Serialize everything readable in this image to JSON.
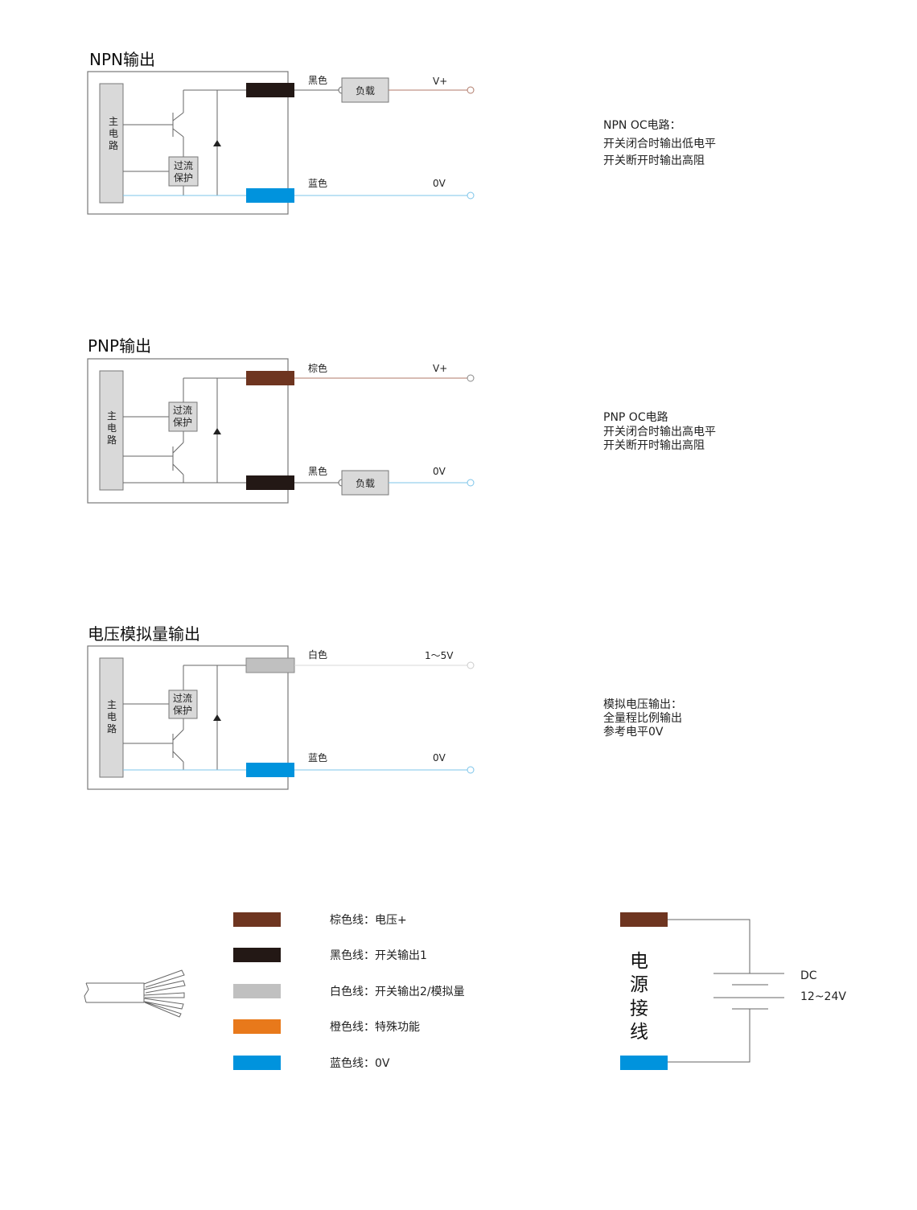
{
  "colors": {
    "brown": "#6e3520",
    "black": "#231815",
    "white": "#c0c0c0",
    "orange": "#e8791b",
    "blue": "#0093dd",
    "blue_line": "#7cc4ea",
    "brown_line": "#b07a6a"
  },
  "npn": {
    "title": "NPN输出",
    "main_circuit": [
      "主",
      "电",
      "路"
    ],
    "protect": [
      "过流",
      "保护"
    ],
    "wire1": "黑色",
    "load": "负载",
    "v1": "V+",
    "wire2": "蓝色",
    "v2": "0V",
    "note": [
      "NPN OC电路：",
      "开关闭合时输出低电平",
      "开关断开时输出高阻"
    ]
  },
  "pnp": {
    "title": "PNP输出",
    "main_circuit": [
      "主",
      "电",
      "路"
    ],
    "protect": [
      "过流",
      "保护"
    ],
    "wire1": "棕色",
    "v1": "V+",
    "wire2": "黑色",
    "load": "负载",
    "v2": "0V",
    "note": [
      "PNP OC电路",
      "开关闭合时输出高电平",
      "开关断开时输出高阻"
    ]
  },
  "analog": {
    "title": "电压模拟量输出",
    "main_circuit": [
      "主",
      "电",
      "路"
    ],
    "protect": [
      "过流",
      "保护"
    ],
    "wire1": "白色",
    "v1": "1～5V",
    "wire2": "蓝色",
    "v2": "0V",
    "note": [
      "模拟电压输出：",
      "全量程比例输出",
      "参考电平0V"
    ]
  },
  "legend": [
    {
      "label": "棕色线：电压+"
    },
    {
      "label": "黑色线：开关输出1"
    },
    {
      "label": "白色线：开关输出2/模拟量"
    },
    {
      "label": "橙色线：特殊功能"
    },
    {
      "label": "蓝色线：0V"
    }
  ],
  "power": {
    "title": [
      "电",
      "源",
      "接",
      "线"
    ],
    "dc": "DC",
    "range": "12~24V"
  }
}
